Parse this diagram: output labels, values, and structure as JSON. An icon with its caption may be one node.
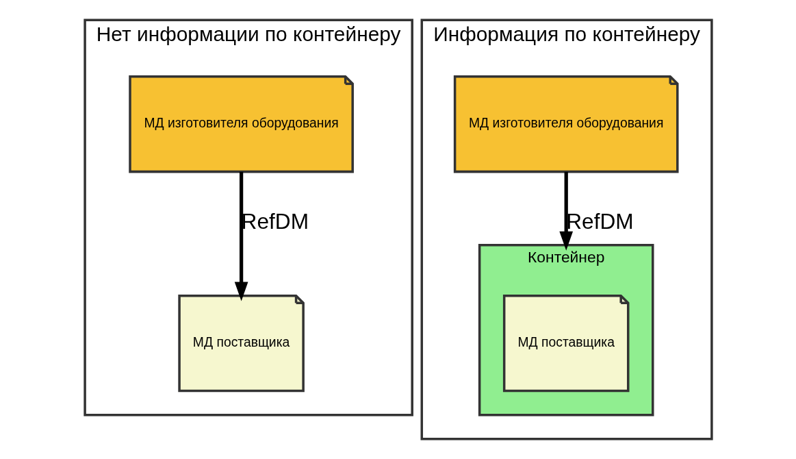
{
  "diagram": {
    "nodes": [
      {
        "text": [
          "Нет информации по контейнеру"
        ]
      },
      {
        "text": [
          "МД изготовителя оборудования"
        ],
        "in": 0
      },
      {
        "text": [
          "МД поставщика"
        ],
        "in": 0
      },
      {
        "text": [
          "Информация по контейнеру"
        ]
      },
      {
        "text": [
          "МД изготовителя оборудования"
        ],
        "in": 3
      },
      {
        "text": [
          "Контейнер"
        ],
        "in": 3
      },
      {
        "text": [
          "МД поставщика"
        ],
        "in": 5
      }
    ],
    "edges": [
      {
        "from": 1,
        "to": 2,
        "arrow": "to",
        "label": "RefDM"
      },
      {
        "from": 4,
        "to": 5,
        "arrow": "to",
        "label": "RefDM"
      }
    ]
  }
}
